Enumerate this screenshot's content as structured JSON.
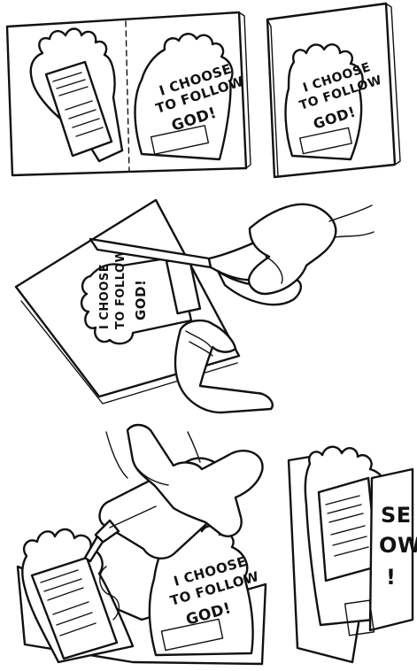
{
  "panels": {
    "open_card": {
      "foot_text": [
        "I CHOOSE",
        "TO FOLLOW",
        "GOD!"
      ]
    },
    "folded_card": {
      "foot_text": [
        "I CHOOSE",
        "TO FOLLOW",
        "GOD!"
      ]
    },
    "cutting": {
      "foot_text": [
        "I CHOOSE",
        "TO FOLLOW",
        "GOD!"
      ]
    },
    "gluing": {
      "foot_text": [
        "I CHOOSE",
        "TO FOLLOW",
        "GOD!"
      ]
    },
    "finished": {
      "partial_text": [
        "SE",
        "OW",
        "!"
      ]
    }
  },
  "colors": {
    "ink": "#111111",
    "paper": "#ffffff"
  }
}
